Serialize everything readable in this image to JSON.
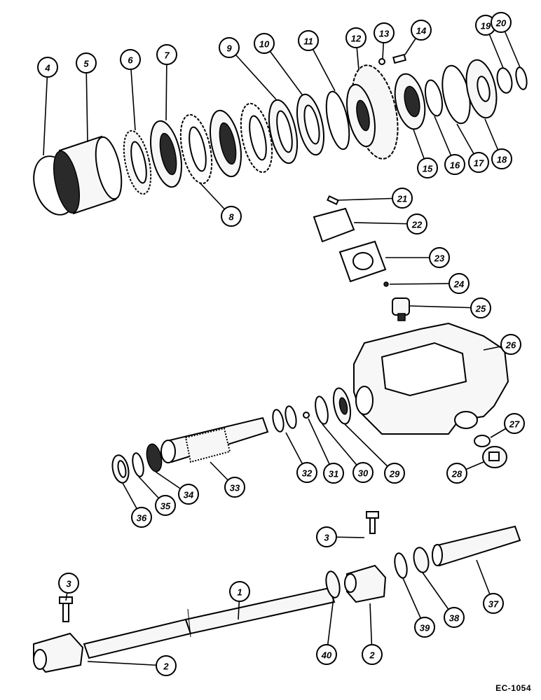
{
  "figure": {
    "code": "EC-1054"
  },
  "callouts": [
    {
      "label": "1"
    },
    {
      "label": "2"
    },
    {
      "label": "2"
    },
    {
      "label": "3"
    },
    {
      "label": "3"
    },
    {
      "label": "4"
    },
    {
      "label": "5"
    },
    {
      "label": "6"
    },
    {
      "label": "7"
    },
    {
      "label": "8"
    },
    {
      "label": "9"
    },
    {
      "label": "10"
    },
    {
      "label": "11"
    },
    {
      "label": "12"
    },
    {
      "label": "13"
    },
    {
      "label": "14"
    },
    {
      "label": "15"
    },
    {
      "label": "16"
    },
    {
      "label": "17"
    },
    {
      "label": "18"
    },
    {
      "label": "19"
    },
    {
      "label": "20"
    },
    {
      "label": "21"
    },
    {
      "label": "22"
    },
    {
      "label": "23"
    },
    {
      "label": "24"
    },
    {
      "label": "25"
    },
    {
      "label": "26"
    },
    {
      "label": "27"
    },
    {
      "label": "28"
    },
    {
      "label": "29"
    },
    {
      "label": "30"
    },
    {
      "label": "31"
    },
    {
      "label": "32"
    },
    {
      "label": "33"
    },
    {
      "label": "34"
    },
    {
      "label": "35"
    },
    {
      "label": "36"
    },
    {
      "label": "37"
    },
    {
      "label": "38"
    },
    {
      "label": "39"
    },
    {
      "label": "40"
    }
  ]
}
